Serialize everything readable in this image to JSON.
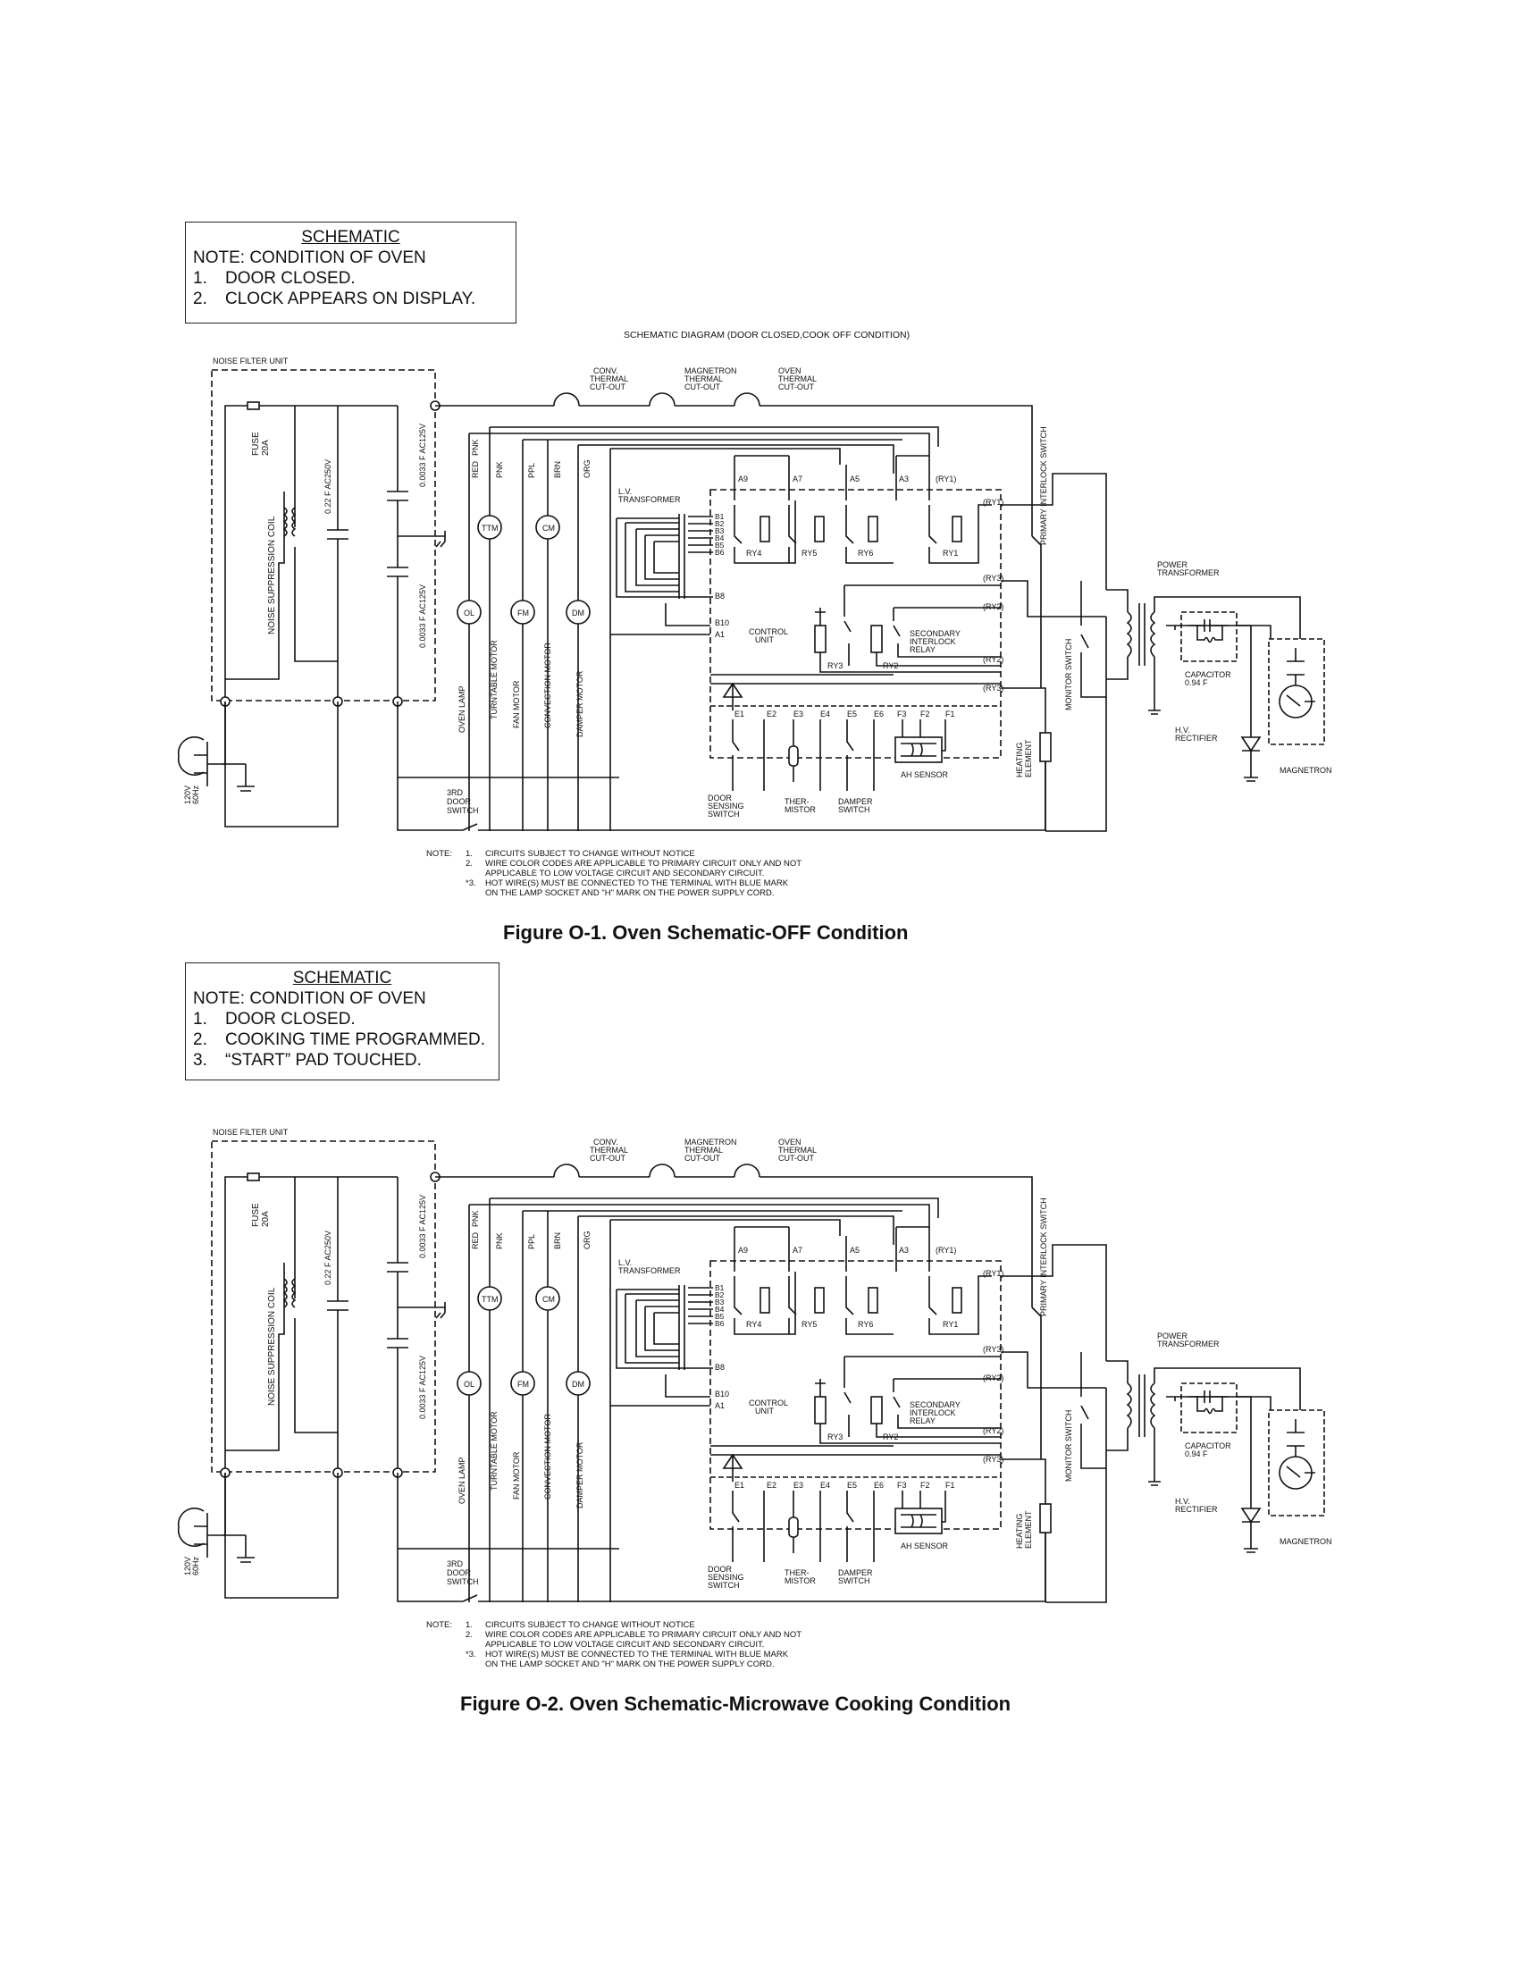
{
  "figures": [
    {
      "note_box": {
        "title": "SCHEMATIC",
        "heading": "NOTE: CONDITION OF OVEN",
        "items": [
          {
            "num": "1.",
            "text": "DOOR CLOSED."
          },
          {
            "num": "2.",
            "text": "CLOCK APPEARS ON DISPLAY."
          }
        ]
      },
      "diagram_title": "SCHEMATIC DIAGRAM (DOOR CLOSED,COOK OFF CONDITION)",
      "caption": "Figure O-1. Oven Schematic-OFF Condition"
    },
    {
      "note_box": {
        "title": "SCHEMATIC",
        "heading": "NOTE: CONDITION OF OVEN",
        "items": [
          {
            "num": "1.",
            "text": "DOOR CLOSED."
          },
          {
            "num": "2.",
            "text": "COOKING TIME PROGRAMMED."
          },
          {
            "num": "3.",
            "text": "“START” PAD TOUCHED."
          }
        ]
      },
      "diagram_title": "",
      "caption": "Figure O-2. Oven Schematic-Microwave Cooking Condition"
    }
  ],
  "schematic": {
    "noise_filter_unit": "NOISE FILTER UNIT",
    "fuse": "FUSE",
    "fuse_rating": "20A",
    "noise_coil": "NOISE SUPPRESSION COIL",
    "cap_main": "0.22 F AC250V",
    "cap_top": "0.0033 F AC125V",
    "cap_bottom": "0.0033 F AC125V",
    "plug_voltage": "120V",
    "plug_freq": "60Hz",
    "conv_cutout": [
      "CONV.",
      "THERMAL",
      "CUT-OUT"
    ],
    "magnetron_cutout": [
      "MAGNETRON",
      "THERMAL",
      "CUT-OUT"
    ],
    "oven_cutout": [
      "OVEN",
      "THERMAL",
      "CUT-OUT"
    ],
    "wire_colors": [
      "RED",
      "PNK",
      "PNK",
      "PPL",
      "BRN",
      "ORG"
    ],
    "motors": [
      "TTM",
      "CM",
      "OL",
      "FM",
      "DM"
    ],
    "motor_labels": [
      "OVEN LAMP",
      "TURNTABLE MOTOR",
      "FAN MOTOR",
      "CONVECTION MOTOR",
      "DAMPER MOTOR"
    ],
    "lv_transformer": [
      "L.V.",
      "TRANSFORMER"
    ],
    "terminals_top": [
      "A9",
      "A7",
      "A5",
      "A3",
      "(RY1)"
    ],
    "b_terminals": [
      "B1",
      "B2",
      "B3",
      "B4",
      "B5",
      "B6"
    ],
    "b8": "B8",
    "b10": "B10",
    "a1": "A1",
    "relays": [
      "RY4",
      "RY5",
      "RY6",
      "RY1",
      "RY3",
      "RY2"
    ],
    "ry_terminals": [
      "(RY1)",
      "(RY3)",
      "(RY2)",
      "(RY2)",
      "(RY3)"
    ],
    "control_unit": [
      "CONTROL",
      "UNIT"
    ],
    "secondary_relay": [
      "SECONDARY",
      "INTERLOCK",
      "RELAY"
    ],
    "e_terminals": [
      "E1",
      "E2",
      "E3",
      "E4",
      "E5",
      "E6",
      "F3",
      "F2",
      "F1"
    ],
    "door_sensing": [
      "DOOR",
      "SENSING",
      "SWITCH"
    ],
    "thermistor": [
      "THER-",
      "MISTOR"
    ],
    "damper_switch": [
      "DAMPER",
      "SWITCH"
    ],
    "ah_sensor": "AH SENSOR",
    "third_door": [
      "3RD",
      "DOOR",
      "SWITCH"
    ],
    "primary_interlock": "PRIMARY INTERLOCK SWITCH",
    "monitor_switch": "MONITOR SWITCH",
    "heating_element": [
      "HEATING",
      "ELEMENT"
    ],
    "power_transformer": [
      "POWER",
      "TRANSFORMER"
    ],
    "capacitor": [
      "CAPACITOR",
      "0.94 F"
    ],
    "hv_rectifier": [
      "H.V.",
      "RECTIFIER"
    ],
    "magnetron": "MAGNETRON",
    "notes": {
      "label": "NOTE:",
      "items": [
        {
          "num": "1.",
          "text": "CIRCUITS SUBJECT TO CHANGE WITHOUT NOTICE"
        },
        {
          "num": "2.",
          "text": "WIRE COLOR CODES ARE APPLICABLE TO PRIMARY CIRCUIT ONLY AND NOT"
        },
        {
          "num": "",
          "text": "APPLICABLE TO LOW VOLTAGE CIRCUIT AND SECONDARY CIRCUIT."
        },
        {
          "num": "*3.",
          "text": "HOT WIRE(S) MUST BE CONNECTED TO THE TERMINAL WITH BLUE MARK"
        },
        {
          "num": "",
          "text": "ON THE LAMP SOCKET AND \"H\" MARK ON THE POWER SUPPLY CORD."
        }
      ]
    }
  }
}
